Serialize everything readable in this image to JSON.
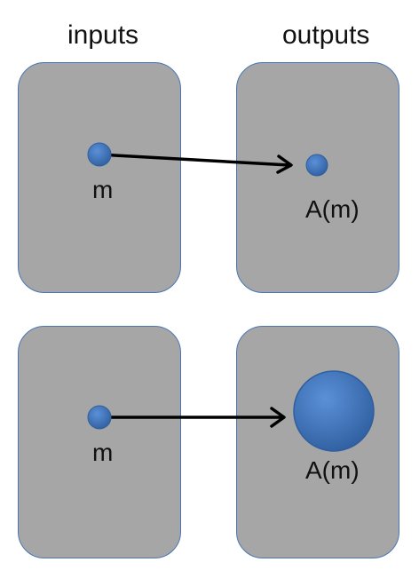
{
  "headings": {
    "inputs": "inputs",
    "outputs": "outputs"
  },
  "diagram_top": {
    "input_label": "m",
    "output_label": "A(m)"
  },
  "diagram_bottom": {
    "input_label": "m",
    "output_label": "A(m)"
  },
  "colors": {
    "panel_fill": "#a6a6a6",
    "panel_border": "#4a76b3",
    "dot": "#3d72c1",
    "arrow": "#000000"
  }
}
